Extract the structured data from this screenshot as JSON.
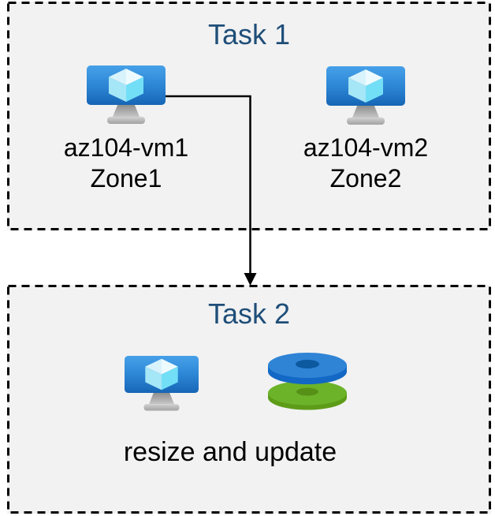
{
  "diagram": {
    "task1": {
      "title": "Task 1",
      "vms": [
        {
          "name": "az104-vm1",
          "zone": "Zone1"
        },
        {
          "name": "az104-vm2",
          "zone": "Zone2"
        }
      ]
    },
    "task2": {
      "title": "Task 2",
      "caption": "resize and update"
    },
    "connector": {
      "description": "elbow arrow from az104-vm1 down into Task 2 box"
    }
  },
  "icons": {
    "vm": "azure-virtual-machine-icon",
    "disks": "disk-stack-icon",
    "arrow": "down-arrow"
  },
  "colors": {
    "title_text": "#1f4e79",
    "label_text": "#000000",
    "box_fill": "#f2f2f2",
    "box_border": "#000000",
    "arrow": "#000000",
    "vm_screen_top": "#47a1e9",
    "vm_screen_bottom": "#1765b5",
    "disk_blue_top": "#2f84d6",
    "disk_blue_side": "#1268c4",
    "disk_blue_hole": "#0c599f",
    "disk_green_top": "#6cb32a",
    "disk_green_side": "#5d9c18",
    "disk_green_hole": "#569017"
  }
}
